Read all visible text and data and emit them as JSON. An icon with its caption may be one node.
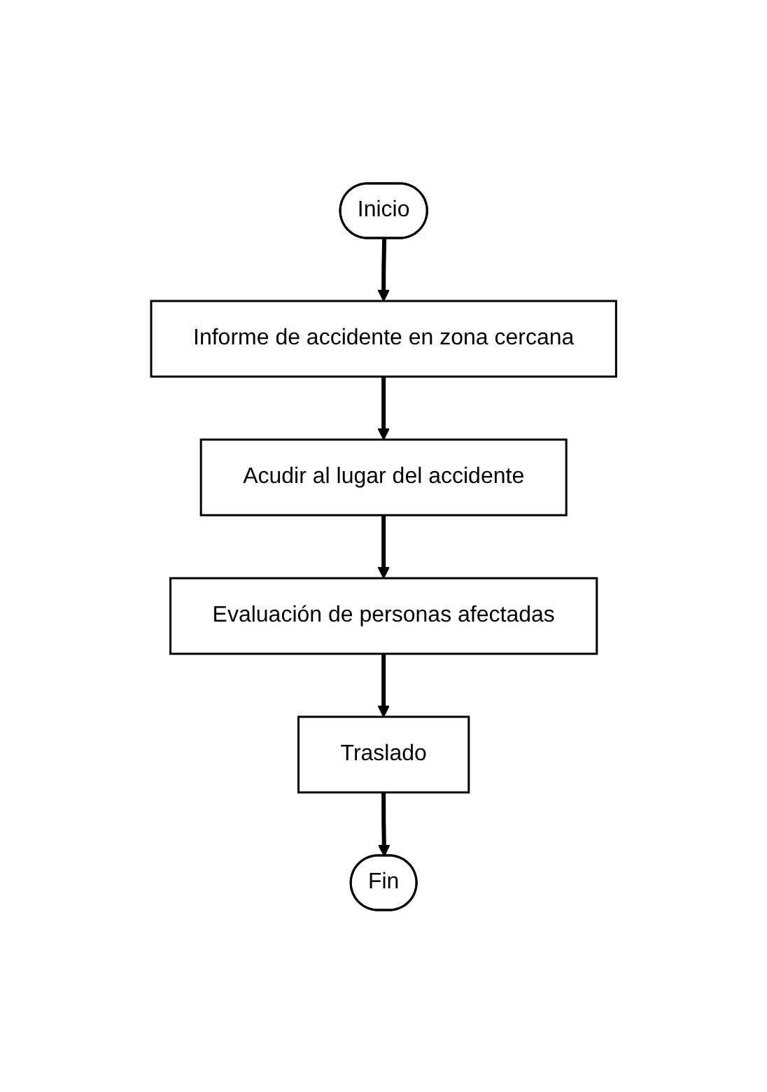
{
  "diagram": {
    "nodes": [
      {
        "text": [
          "Inicio"
        ]
      },
      {
        "text": [
          "Informe de accidente en zona cercana"
        ]
      },
      {
        "text": [
          "Acudir al lugar del accidente"
        ]
      },
      {
        "text": [
          "Evaluación de personas afectadas"
        ]
      },
      {
        "text": [
          "Traslado"
        ]
      },
      {
        "text": [
          "Fin"
        ]
      }
    ],
    "edges": [
      {
        "from": 0,
        "to": 1,
        "arrow": "to"
      },
      {
        "from": 1,
        "to": 2,
        "arrow": "to"
      },
      {
        "from": 2,
        "to": 3,
        "arrow": "to"
      },
      {
        "from": 3,
        "to": 4,
        "arrow": "to"
      },
      {
        "from": 4,
        "to": 5,
        "arrow": "to"
      }
    ]
  }
}
